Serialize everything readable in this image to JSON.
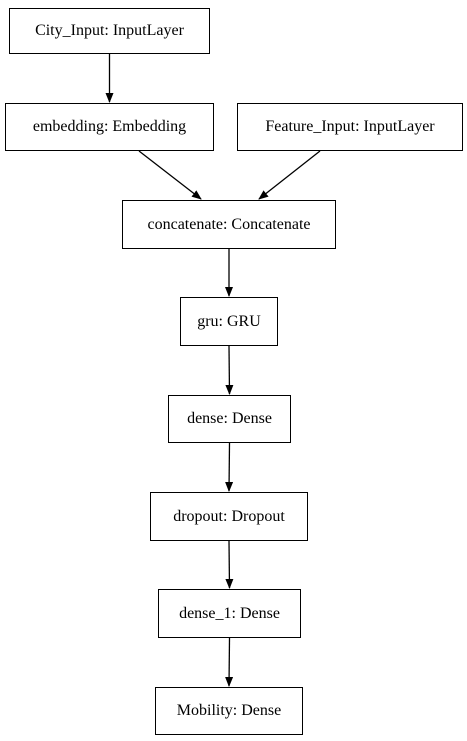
{
  "diagram": {
    "nodes": {
      "city_input": "City_Input: InputLayer",
      "embedding": "embedding: Embedding",
      "feature_input": "Feature_Input: InputLayer",
      "concatenate": "concatenate: Concatenate",
      "gru": "gru: GRU",
      "dense": "dense: Dense",
      "dropout": "dropout: Dropout",
      "dense_1": "dense_1: Dense",
      "mobility": "Mobility: Dense"
    },
    "edges": [
      [
        "city_input",
        "embedding"
      ],
      [
        "embedding",
        "concatenate"
      ],
      [
        "feature_input",
        "concatenate"
      ],
      [
        "concatenate",
        "gru"
      ],
      [
        "gru",
        "dense"
      ],
      [
        "dense",
        "dropout"
      ],
      [
        "dropout",
        "dense_1"
      ],
      [
        "dense_1",
        "mobility"
      ]
    ],
    "line_color": "#000000",
    "box_fill": "#ffffff"
  }
}
